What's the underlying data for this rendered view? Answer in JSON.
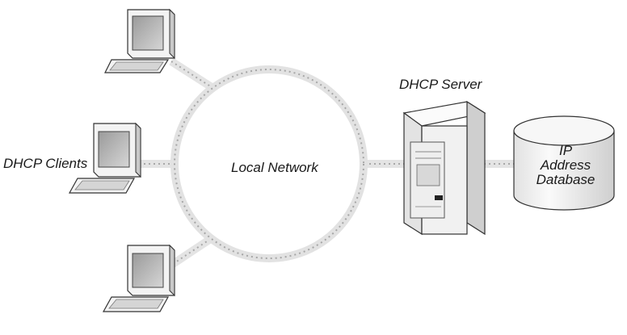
{
  "labels": {
    "clients": "DHCP Clients",
    "network": "Local Network",
    "server": "DHCP Server",
    "database": [
      "IP",
      "Address",
      "Database"
    ]
  },
  "nodes": {
    "clients": [
      "client-computer-top",
      "client-computer-middle",
      "client-computer-bottom"
    ],
    "server": "dhcp-server",
    "database": "ip-address-database"
  },
  "colors": {
    "link": "#e6e6e6",
    "link_dots": "#a8a8a8",
    "device_fill": "#f2f2f2",
    "device_stroke": "#333333"
  }
}
